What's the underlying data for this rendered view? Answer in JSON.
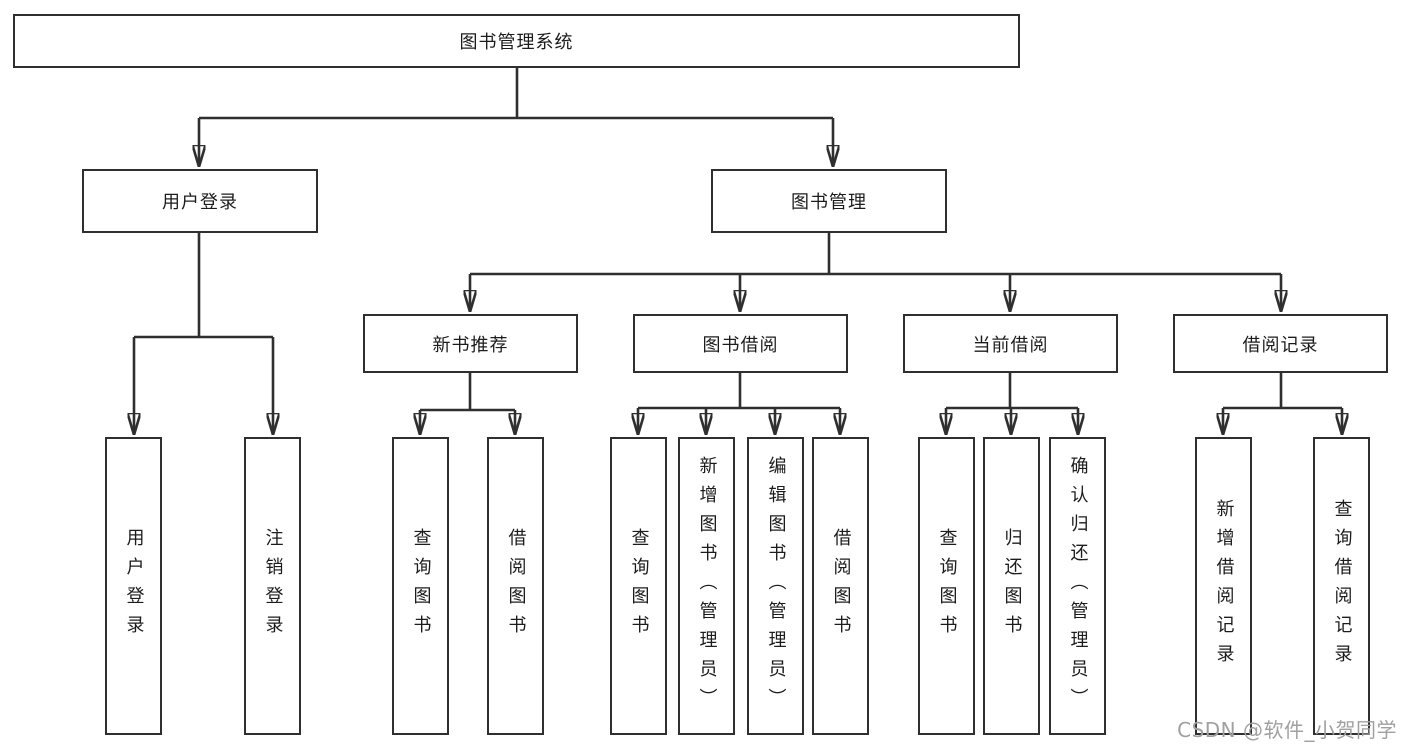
{
  "diagram": {
    "root": {
      "label": "图书管理系统"
    },
    "level2": [
      {
        "label": "用户登录"
      },
      {
        "label": "图书管理"
      }
    ],
    "level3": [
      {
        "label": "新书推荐"
      },
      {
        "label": "图书借阅"
      },
      {
        "label": "当前借阅"
      },
      {
        "label": "借阅记录"
      }
    ],
    "leaves": [
      {
        "label": "用户登录"
      },
      {
        "label": "注销登录"
      },
      {
        "label": "查询图书"
      },
      {
        "label": "借阅图书"
      },
      {
        "label": "查询图书"
      },
      {
        "label": "新增图书（管理员）"
      },
      {
        "label": "编辑图书（管理员）"
      },
      {
        "label": "借阅图书"
      },
      {
        "label": "查询图书"
      },
      {
        "label": "归还图书"
      },
      {
        "label": "确认归还（管理员）"
      },
      {
        "label": "新增借阅记录"
      },
      {
        "label": "查询借阅记录"
      }
    ],
    "watermark": "CSDN @软件_小贺同学",
    "colors": {
      "line": "#2f2f2f",
      "text": "#1c1c1c",
      "background": "#ffffff",
      "watermark": "#a0a0a0"
    }
  }
}
